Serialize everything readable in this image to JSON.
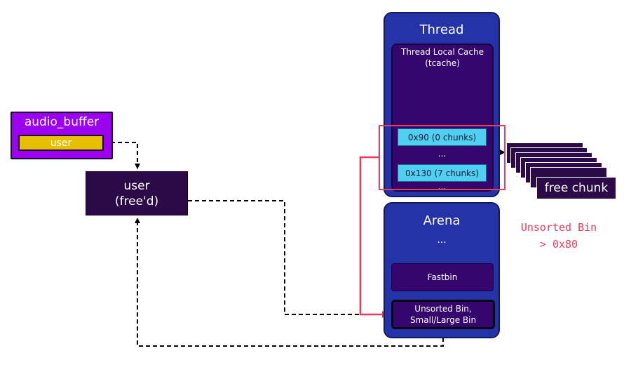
{
  "audio_buffer": {
    "title": "audio_buffer",
    "field": "user"
  },
  "user_block": {
    "line1": "user",
    "line2": "(free'd)"
  },
  "thread": {
    "title": "Thread",
    "tcache": {
      "title_line1": "Thread Local Cache",
      "title_line2": "(tcache)"
    },
    "bins": [
      {
        "label": "0x90 (0 chunks)"
      },
      {
        "label": "0x130 (7 chunks)"
      }
    ],
    "ellipsis": "..."
  },
  "arena": {
    "title": "Arena",
    "ellipsis": "...",
    "fastbin": "Fastbin",
    "unsorted_line1": "Unsorted Bin,",
    "unsorted_line2": "Small/Large Bin"
  },
  "free_chunk_label": "free chunk",
  "annotation": {
    "line1": "Unsorted Bin",
    "line2": "> 0x80"
  },
  "colors": {
    "container_blue": "#2533a8",
    "inner_purple": "#36066f",
    "tcache_bin": "#4fcff2",
    "audio_buffer": "#9b00f0",
    "user_field": "#e6c000",
    "highlight_red": "#ee3a5a"
  }
}
